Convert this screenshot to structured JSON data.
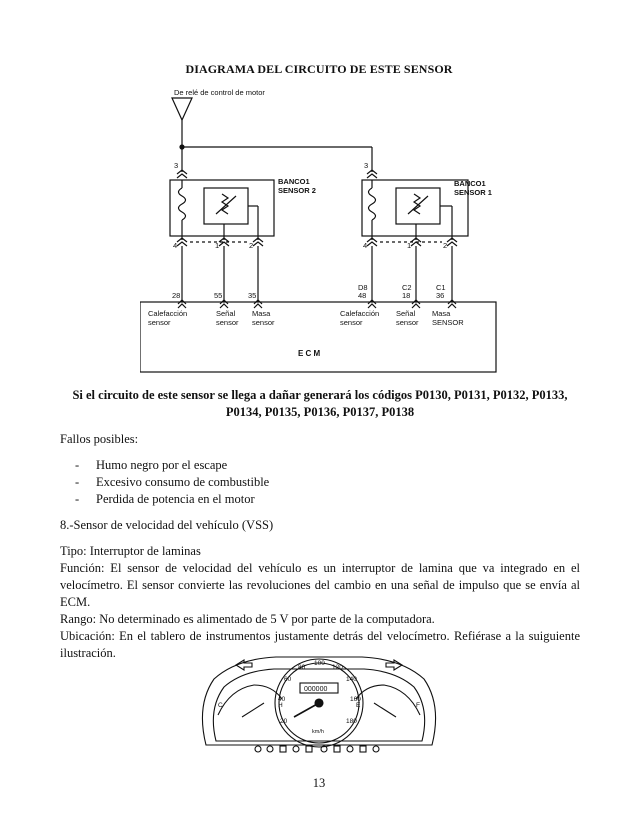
{
  "page": {
    "title": "DIAGRAMA DEL CIRCUITO DE ESTE SENSOR",
    "page_number": "13"
  },
  "diagram": {
    "relay_label": "De relé de control de motor",
    "left_sensor": {
      "line1": "BANCO1",
      "line2": "SENSOR 2",
      "pin_top": "3",
      "pins_bottom": [
        "4",
        "1",
        "2"
      ]
    },
    "right_sensor": {
      "line1": "BANCO1",
      "line2": "SENSOR 1",
      "pin_top": "3",
      "pins_bottom": [
        "4",
        "1",
        "2"
      ]
    },
    "ecm_left_pins": [
      "28",
      "55",
      "35"
    ],
    "ecm_right_pins_top": [
      "D8",
      "C2",
      "C1"
    ],
    "ecm_right_pins": [
      "48",
      "18",
      "36"
    ],
    "ecm_terminals": [
      {
        "l1": "Calefacción",
        "l2": "sensor"
      },
      {
        "l1": "Señal",
        "l2": "sensor"
      },
      {
        "l1": "Masa",
        "l2": "sensor"
      },
      {
        "l1": "Calefacción",
        "l2": "sensor"
      },
      {
        "l1": "Señal",
        "l2": "sensor"
      },
      {
        "l1": "Masa",
        "l2": "SENSOR"
      }
    ],
    "ecm_label": "E C M"
  },
  "codes_text": "Si el circuito de este sensor se llega a dañar generará los códigos P0130, P0131, P0132, P0133, P0134, P0135, P0136, P0137, P0138",
  "fallos": {
    "heading": "Fallos posibles:",
    "items": [
      "Humo negro por el escape",
      "Excesivo consumo de combustible",
      "Perdida de potencia en el motor"
    ]
  },
  "section_vss": {
    "heading": "8.-Sensor de velocidad del vehículo (VSS)",
    "tipo": "Tipo: Interruptor de laminas",
    "funcion": "Función: El sensor de velocidad del vehículo es un interruptor de lamina que va integrado en el velocímetro. El sensor convierte las revoluciones del cambio en una señal de impulso que se envía al ECM.",
    "rango": "Rango: No determinado es alimentado de 5 V por parte de la computadora.",
    "ubicacion": "Ubicación: En el tablero de instrumentos justamente detrás del velocímetro. Refiérase a la suiguiente ilustración."
  },
  "cluster": {
    "speed_ticks": [
      "20",
      "40",
      "60",
      "80",
      "100",
      "120",
      "140",
      "160",
      "180"
    ],
    "odometer": "000000",
    "unit": "km/h",
    "temp_c": "C",
    "temp_h": "H",
    "fuel_e": "E",
    "fuel_f": "F"
  }
}
